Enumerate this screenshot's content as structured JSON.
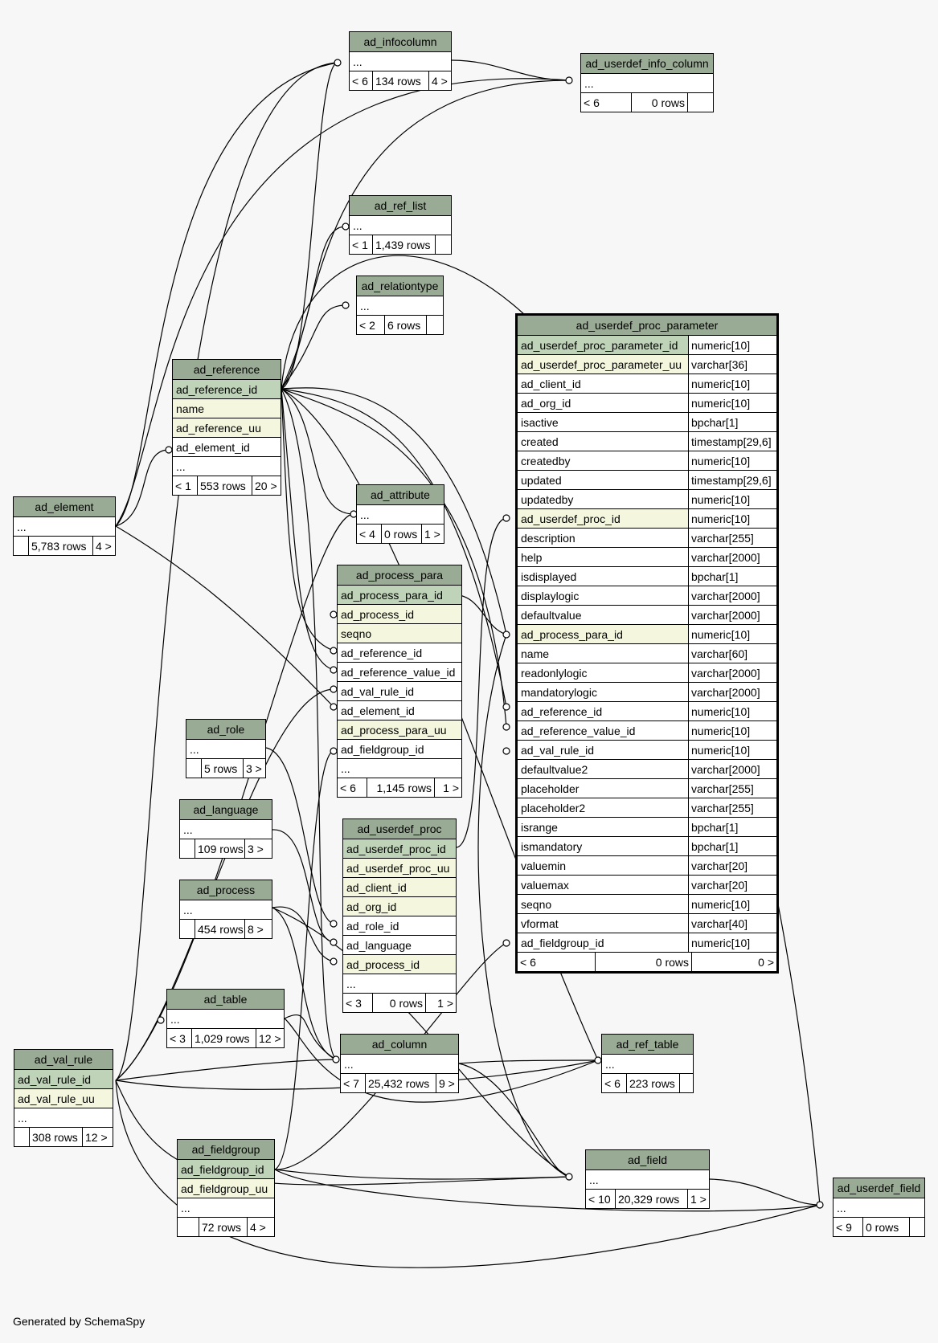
{
  "footer": "Generated by SchemaSpy",
  "tables": {
    "ad_infocolumn": {
      "title": "ad_infocolumn",
      "ellipsis": "...",
      "stats": [
        "< 6",
        "134 rows",
        "4 >"
      ]
    },
    "ad_userdef_info_column": {
      "title": "ad_userdef_info_column",
      "ellipsis": "...",
      "stats": [
        "< 6",
        "0 rows",
        ""
      ]
    },
    "ad_ref_list": {
      "title": "ad_ref_list",
      "ellipsis": "...",
      "stats": [
        "< 1",
        "1,439 rows",
        ""
      ]
    },
    "ad_relationtype": {
      "title": "ad_relationtype",
      "ellipsis": "...",
      "stats": [
        "< 2",
        "6 rows",
        ""
      ]
    },
    "ad_reference": {
      "title": "ad_reference",
      "rows": [
        "ad_reference_id",
        "name",
        "ad_reference_uu",
        "ad_element_id",
        "..."
      ],
      "stats": [
        "< 1",
        "553 rows",
        "20 >"
      ]
    },
    "ad_element": {
      "title": "ad_element",
      "ellipsis": "...",
      "stats": [
        "",
        "5,783 rows",
        "4 >"
      ]
    },
    "ad_attribute": {
      "title": "ad_attribute",
      "ellipsis": "...",
      "stats": [
        "< 4",
        "0 rows",
        "1 >"
      ]
    },
    "ad_process_para": {
      "title": "ad_process_para",
      "rows": [
        "ad_process_para_id",
        "ad_process_id",
        "seqno",
        "ad_reference_id",
        "ad_reference_value_id",
        "ad_val_rule_id",
        "ad_element_id",
        "ad_process_para_uu",
        "ad_fieldgroup_id",
        "..."
      ],
      "stats": [
        "< 6",
        "1,145 rows",
        "1 >"
      ]
    },
    "ad_role": {
      "title": "ad_role",
      "ellipsis": "...",
      "stats": [
        "",
        "5 rows",
        "3 >"
      ]
    },
    "ad_language": {
      "title": "ad_language",
      "ellipsis": "...",
      "stats": [
        "",
        "109 rows",
        "3 >"
      ]
    },
    "ad_process": {
      "title": "ad_process",
      "ellipsis": "...",
      "stats": [
        "",
        "454 rows",
        "8 >"
      ]
    },
    "ad_userdef_proc": {
      "title": "ad_userdef_proc",
      "rows": [
        "ad_userdef_proc_id",
        "ad_userdef_proc_uu",
        "ad_client_id",
        "ad_org_id",
        "ad_role_id",
        "ad_language",
        "ad_process_id",
        "..."
      ],
      "stats": [
        "< 3",
        "0 rows",
        "1 >"
      ]
    },
    "ad_table": {
      "title": "ad_table",
      "ellipsis": "...",
      "stats": [
        "< 3",
        "1,029 rows",
        "12 >"
      ]
    },
    "ad_column": {
      "title": "ad_column",
      "ellipsis": "...",
      "stats": [
        "< 7",
        "25,432 rows",
        "9 >"
      ]
    },
    "ad_ref_table": {
      "title": "ad_ref_table",
      "ellipsis": "...",
      "stats": [
        "< 6",
        "223 rows",
        ""
      ]
    },
    "ad_val_rule": {
      "title": "ad_val_rule",
      "rows": [
        "ad_val_rule_id",
        "ad_val_rule_uu",
        "..."
      ],
      "stats": [
        "",
        "308 rows",
        "12 >"
      ]
    },
    "ad_fieldgroup": {
      "title": "ad_fieldgroup",
      "rows": [
        "ad_fieldgroup_id",
        "ad_fieldgroup_uu",
        "..."
      ],
      "stats": [
        "",
        "72 rows",
        "4 >"
      ]
    },
    "ad_field": {
      "title": "ad_field",
      "ellipsis": "...",
      "stats": [
        "< 10",
        "20,329 rows",
        "1 >"
      ]
    },
    "ad_userdef_field": {
      "title": "ad_userdef_field",
      "ellipsis": "...",
      "stats": [
        "< 9",
        "0 rows",
        ""
      ]
    },
    "ad_userdef_proc_parameter": {
      "title": "ad_userdef_proc_parameter",
      "columns": [
        {
          "name": "ad_userdef_proc_parameter_id",
          "type": "numeric[10]"
        },
        {
          "name": "ad_userdef_proc_parameter_uu",
          "type": "varchar[36]"
        },
        {
          "name": "ad_client_id",
          "type": "numeric[10]"
        },
        {
          "name": "ad_org_id",
          "type": "numeric[10]"
        },
        {
          "name": "isactive",
          "type": "bpchar[1]"
        },
        {
          "name": "created",
          "type": "timestamp[29,6]"
        },
        {
          "name": "createdby",
          "type": "numeric[10]"
        },
        {
          "name": "updated",
          "type": "timestamp[29,6]"
        },
        {
          "name": "updatedby",
          "type": "numeric[10]"
        },
        {
          "name": "ad_userdef_proc_id",
          "type": "numeric[10]"
        },
        {
          "name": "description",
          "type": "varchar[255]"
        },
        {
          "name": "help",
          "type": "varchar[2000]"
        },
        {
          "name": "isdisplayed",
          "type": "bpchar[1]"
        },
        {
          "name": "displaylogic",
          "type": "varchar[2000]"
        },
        {
          "name": "defaultvalue",
          "type": "varchar[2000]"
        },
        {
          "name": "ad_process_para_id",
          "type": "numeric[10]"
        },
        {
          "name": "name",
          "type": "varchar[60]"
        },
        {
          "name": "readonlylogic",
          "type": "varchar[2000]"
        },
        {
          "name": "mandatorylogic",
          "type": "varchar[2000]"
        },
        {
          "name": "ad_reference_id",
          "type": "numeric[10]"
        },
        {
          "name": "ad_reference_value_id",
          "type": "numeric[10]"
        },
        {
          "name": "ad_val_rule_id",
          "type": "numeric[10]"
        },
        {
          "name": "defaultvalue2",
          "type": "varchar[2000]"
        },
        {
          "name": "placeholder",
          "type": "varchar[255]"
        },
        {
          "name": "placeholder2",
          "type": "varchar[255]"
        },
        {
          "name": "isrange",
          "type": "bpchar[1]"
        },
        {
          "name": "ismandatory",
          "type": "bpchar[1]"
        },
        {
          "name": "valuemin",
          "type": "varchar[20]"
        },
        {
          "name": "valuemax",
          "type": "varchar[20]"
        },
        {
          "name": "seqno",
          "type": "numeric[10]"
        },
        {
          "name": "vformat",
          "type": "varchar[40]"
        },
        {
          "name": "ad_fieldgroup_id",
          "type": "numeric[10]"
        }
      ],
      "stats": [
        "< 6",
        "0 rows",
        "0 >"
      ]
    }
  }
}
